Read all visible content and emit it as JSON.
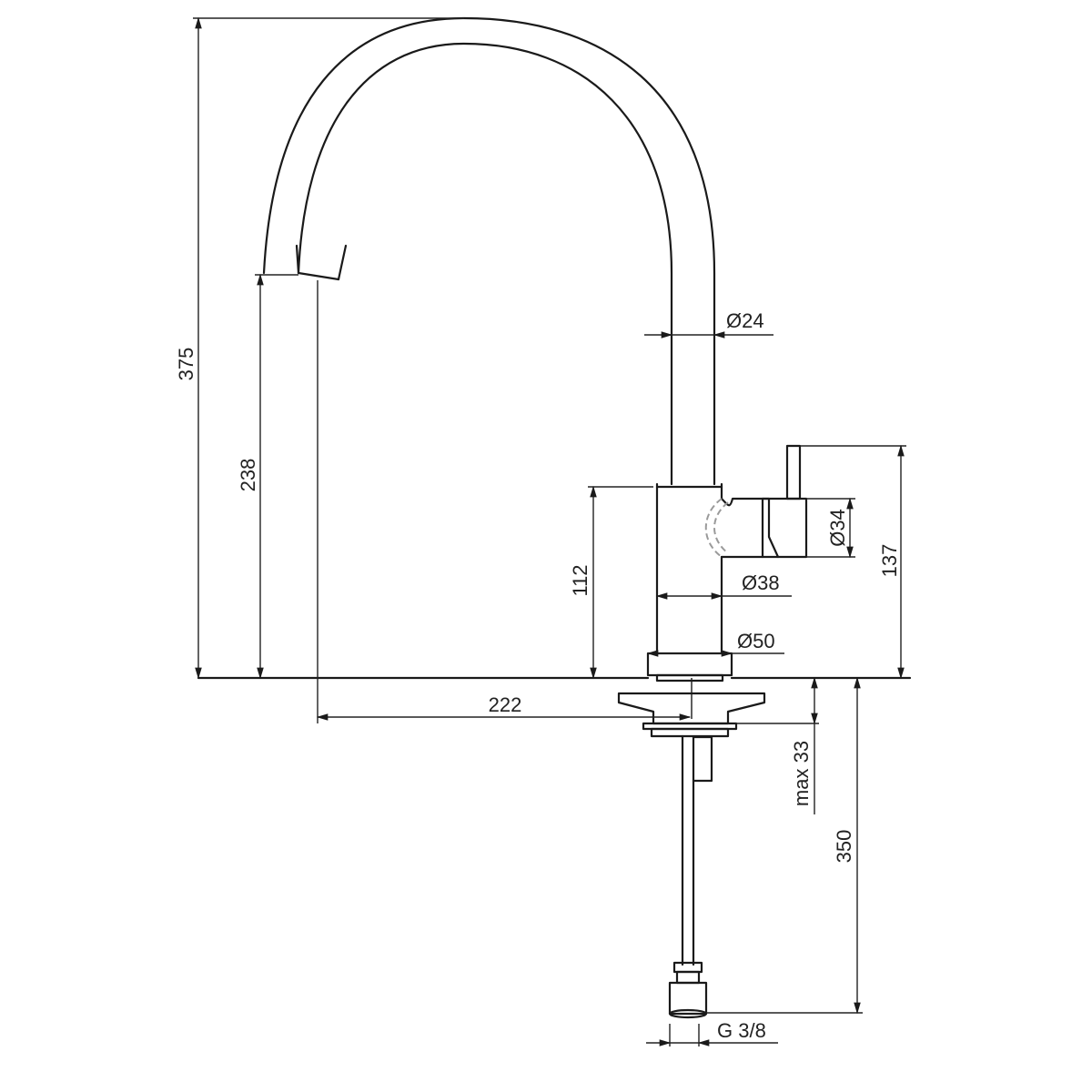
{
  "drawing": {
    "subject": "kitchen-faucet-technical-drawing",
    "units": "mm",
    "dimensions": {
      "total_height": "375",
      "spout_height": "238",
      "body_height": "112",
      "lever_height": "137",
      "spout_reach": "222",
      "spout_diameter": "Ø24",
      "lever_diameter": "Ø34",
      "body_diameter": "Ø38",
      "base_diameter": "Ø50",
      "max_deck_thickness": "max 33",
      "hose_length": "350",
      "connection_thread": "G 3/8"
    }
  }
}
